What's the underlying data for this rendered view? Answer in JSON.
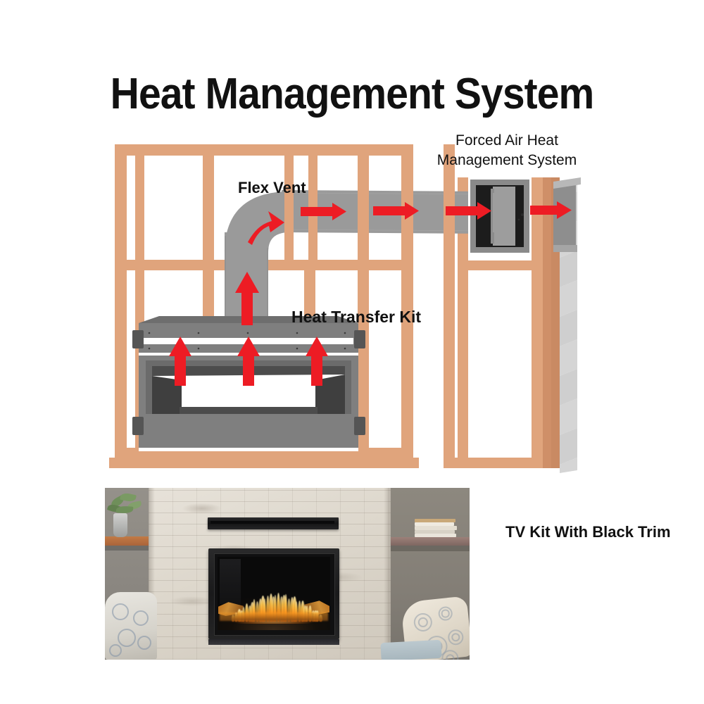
{
  "page": {
    "title": "Heat Management System",
    "background_color": "#ffffff"
  },
  "labels": {
    "flex_vent": "Flex Vent",
    "heat_transfer_kit": "Heat Transfer Kit",
    "forced_air": "Forced Air Heat\nManagement System",
    "forced_air_line1": "Forced Air Heat",
    "forced_air_line2": "Management System",
    "tv_kit": "TV Kit With Black Trim"
  },
  "colors": {
    "framing_wood": "#e0a47c",
    "framing_wood_dark": "#c98f6b",
    "duct_gray": "#9a9a9a",
    "duct_dark": "#6e6e6e",
    "arrow_red": "#ed1c24",
    "unit_body": "#7f7f7f",
    "unit_dark": "#3d3d3d",
    "unit_black": "#1c1c1c",
    "siding_gray": "#cfcfcf",
    "text_black": "#111111"
  },
  "diagram": {
    "name": "heat-management-system-cutaway",
    "components": [
      {
        "id": "wall-framing",
        "label": "Wood wall framing (studs, plates, headers)"
      },
      {
        "id": "flex-vent-duct",
        "label": "Flex Vent"
      },
      {
        "id": "heat-transfer-kit",
        "label": "Heat Transfer Kit"
      },
      {
        "id": "fireplace-unit",
        "label": "Linear gas fireplace insert"
      },
      {
        "id": "forced-air-unit",
        "label": "Forced Air Heat Management System"
      },
      {
        "id": "exterior-siding",
        "label": "Exterior lap siding"
      },
      {
        "id": "exterior-vent-cap",
        "label": "Exterior vent cap"
      }
    ],
    "airflow_arrows": [
      {
        "id": "arrow-fp-1",
        "direction": "up",
        "location": "fireplace-left"
      },
      {
        "id": "arrow-fp-2",
        "direction": "up",
        "location": "fireplace-center"
      },
      {
        "id": "arrow-fp-3",
        "direction": "up",
        "location": "fireplace-right"
      },
      {
        "id": "arrow-riser",
        "direction": "up",
        "location": "vertical-duct"
      },
      {
        "id": "arrow-elbow",
        "direction": "up-right",
        "location": "duct-elbow"
      },
      {
        "id": "arrow-run-1",
        "direction": "right",
        "location": "duct-run-1"
      },
      {
        "id": "arrow-run-2",
        "direction": "right",
        "location": "duct-run-2"
      },
      {
        "id": "arrow-run-3",
        "direction": "right",
        "location": "duct-run-3"
      },
      {
        "id": "arrow-outlet",
        "direction": "right",
        "location": "exterior-outlet"
      }
    ]
  },
  "photo": {
    "name": "installed-fireplace-photo",
    "caption": "TV Kit With Black Trim",
    "scene_elements": [
      "stone veneer surround",
      "black linear fireplace with flames",
      "black TV kit vent bar above firebox",
      "floating wood shelf with plant (left)",
      "floating shelf with stacked books (right)",
      "patterned upholstered chair (left)",
      "patterned throw pillow (right)"
    ]
  }
}
